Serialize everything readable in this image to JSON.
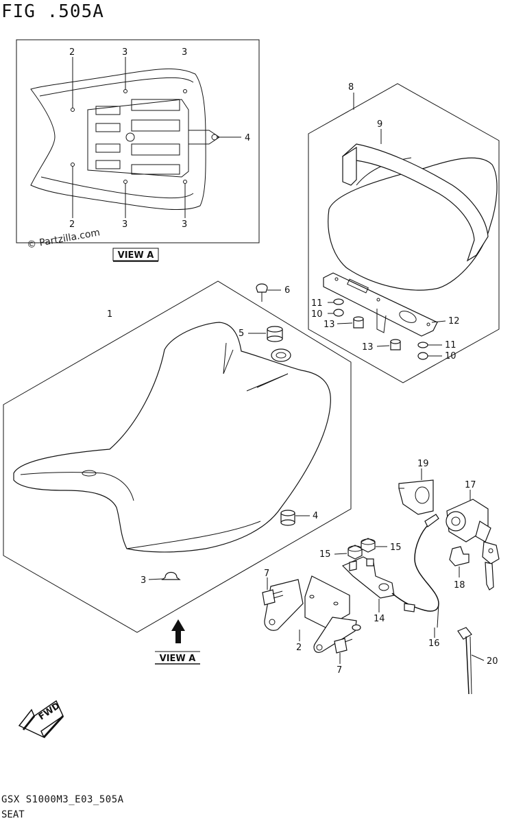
{
  "figure": {
    "title": "FIG .505A",
    "footer_code": "GSX S1000M3_E03_505A",
    "footer_name": "SEAT",
    "watermark": "© Partzilla.com",
    "view_label_top": "VIEW A",
    "view_label_bottom": "VIEW A",
    "fwd_label": "FWD"
  },
  "callouts_view_a": [
    "2",
    "3",
    "3",
    "4",
    "2",
    "3",
    "3"
  ],
  "callouts": [
    "1",
    "2",
    "3",
    "4",
    "5",
    "6",
    "7",
    "7",
    "8",
    "9",
    "10",
    "10",
    "11",
    "11",
    "12",
    "13",
    "13",
    "14",
    "15",
    "15",
    "16",
    "17",
    "18",
    "19",
    "20"
  ]
}
